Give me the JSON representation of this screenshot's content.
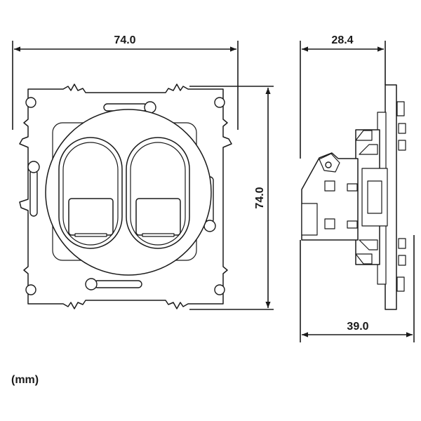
{
  "front_view": {
    "width_label": "74.0",
    "height_label": "74.0"
  },
  "side_view": {
    "top_label": "28.4",
    "bottom_label": "39.0"
  },
  "unit_label": "(mm)"
}
